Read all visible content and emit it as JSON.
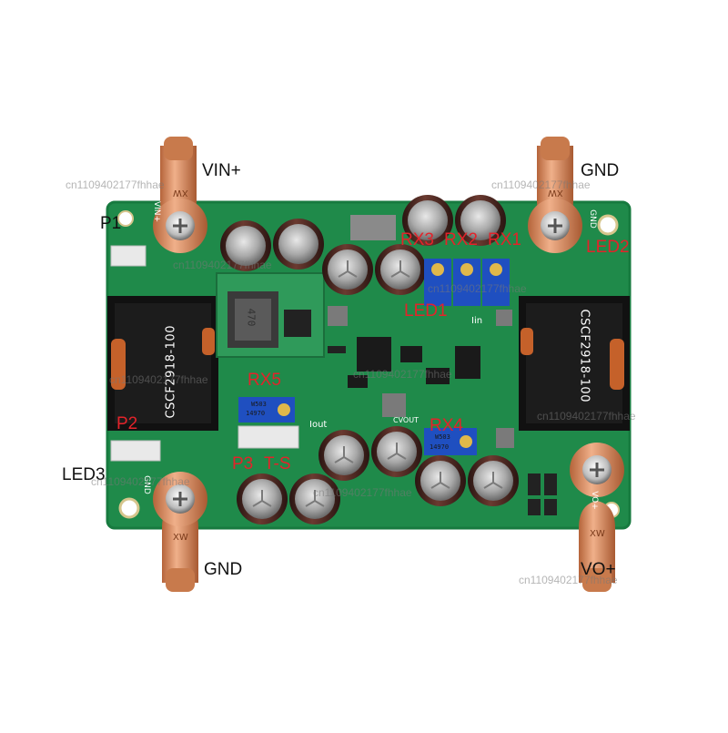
{
  "labels": {
    "vin_plus": "VIN+",
    "gnd_top": "GND",
    "gnd_bottom": "GND",
    "vo_plus": "VO+",
    "p1": "P1",
    "p2": "P2",
    "p3": "P3",
    "t_s": "T-S",
    "led1": "LED1",
    "led2": "LED2",
    "led3": "LED3",
    "rx1": "RX1",
    "rx2": "RX2",
    "rx3": "RX3",
    "rx4": "RX4",
    "rx5": "RX5"
  },
  "silkscreen": {
    "vin": "VIN+",
    "gnd_right": "GND",
    "gnd_left": "GND",
    "iin": "Iin",
    "iout": "Iout",
    "cvout": "CVOUT",
    "vo": "VO+"
  },
  "parts": {
    "inductor_left": "CSCF2918-100",
    "inductor_right": "CSCF2918-100",
    "ic_marking": "470",
    "pot_marking": "W503",
    "pot_marking_b": "14970",
    "lug_marking": "XW"
  },
  "watermark": "cn1109402177fhhae",
  "colors": {
    "pcb": "#1f8a4a",
    "callout": "#e3232a",
    "copper": "#d98a5a"
  }
}
